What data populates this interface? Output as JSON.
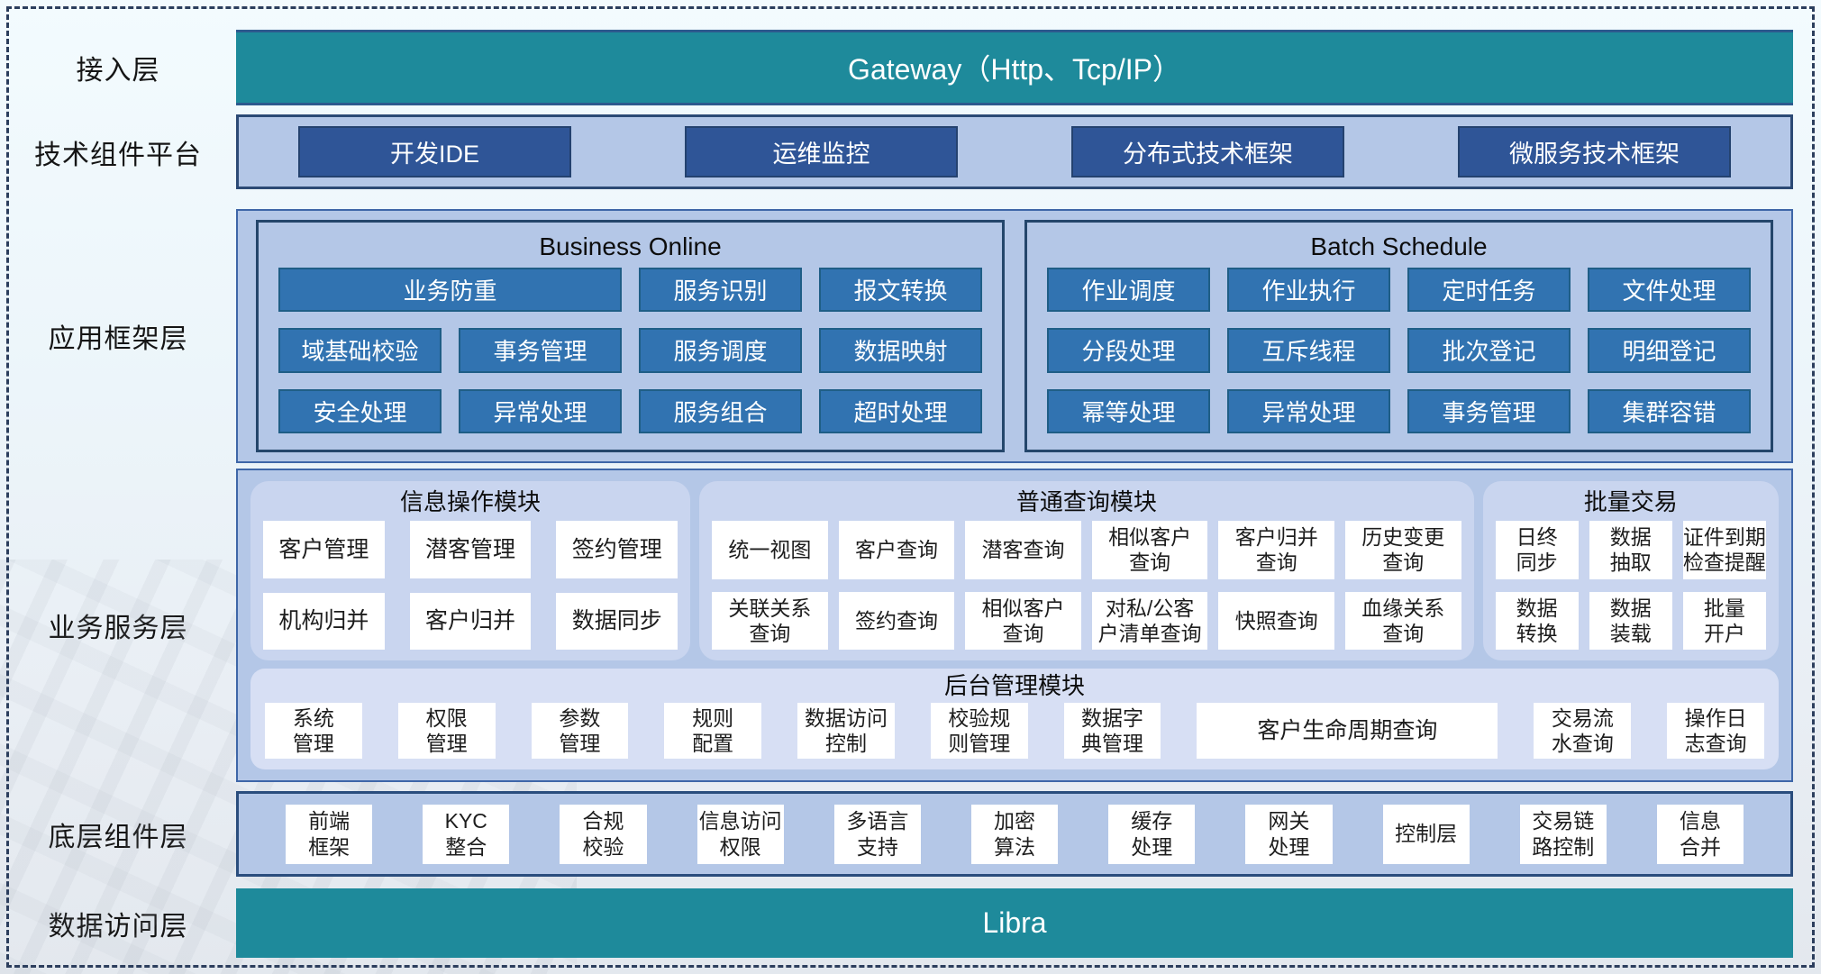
{
  "colors": {
    "teal_bar": "#1e8a9b",
    "dark_blue_button": "#2f5597",
    "panel_light_blue": "#b4c7e7",
    "framework_button": "#3173b1",
    "framework_button_border": "#1f5e86",
    "module_panel": "#c9d5ef",
    "admin_panel": "#d7dff4",
    "outer_panel_border": "#3e66a8",
    "group_box_border": "#24466b",
    "page_dashed_border": "#2c3e5d"
  },
  "access": {
    "label": "接入层",
    "gateway": "Gateway（Http、Tcp/IP）"
  },
  "tech": {
    "label": "技术组件平台",
    "items": [
      "开发IDE",
      "运维监控",
      "分布式技术框架",
      "微服务技术框架"
    ]
  },
  "app": {
    "label": "应用框架层",
    "groups": [
      {
        "title": "Business Online",
        "buttons": [
          {
            "label": "业务防重",
            "cls": "span2"
          },
          {
            "label": "服务识别"
          },
          {
            "label": "报文转换"
          },
          {
            "label": "域基础校验"
          },
          {
            "label": "事务管理"
          },
          {
            "label": "服务调度"
          },
          {
            "label": "数据映射"
          },
          {
            "label": "安全处理"
          },
          {
            "label": "异常处理"
          },
          {
            "label": "服务组合"
          },
          {
            "label": "超时处理"
          }
        ]
      },
      {
        "title": "Batch Schedule",
        "buttons": [
          {
            "label": "作业调度"
          },
          {
            "label": "作业执行"
          },
          {
            "label": "定时任务"
          },
          {
            "label": "文件处理"
          },
          {
            "label": "分段处理"
          },
          {
            "label": "互斥线程"
          },
          {
            "label": "批次登记"
          },
          {
            "label": "明细登记"
          },
          {
            "label": "幂等处理"
          },
          {
            "label": "异常处理"
          },
          {
            "label": "事务管理"
          },
          {
            "label": "集群容错"
          }
        ]
      }
    ]
  },
  "svc": {
    "label": "业务服务层",
    "modules": [
      {
        "title": "信息操作模块",
        "cls": "mod-info",
        "cells": [
          {
            "label": "客户管理"
          },
          {
            "label": "潜客管理"
          },
          {
            "label": "签约管理"
          },
          {
            "label": "机构归并"
          },
          {
            "label": "客户归并"
          },
          {
            "label": "数据同步"
          }
        ]
      },
      {
        "title": "普通查询模块",
        "cls": "mod-query",
        "cells": [
          {
            "label": "统一视图"
          },
          {
            "label": "客户查询"
          },
          {
            "label": "潜客查询"
          },
          {
            "label": "相似客户\n查询"
          },
          {
            "label": "客户归并\n查询"
          },
          {
            "label": "历史变更\n查询"
          },
          {
            "label": "关联关系\n查询"
          },
          {
            "label": "签约查询"
          },
          {
            "label": "相似客户\n查询"
          },
          {
            "label": "对私/公客\n户清单查询"
          },
          {
            "label": "快照查询"
          },
          {
            "label": "血缘关系\n查询"
          }
        ]
      },
      {
        "title": "批量交易",
        "cls": "mod-batch",
        "cells": [
          {
            "label": "日终\n同步"
          },
          {
            "label": "数据\n抽取"
          },
          {
            "label": "证件到期\n检查提醒"
          },
          {
            "label": "数据\n转换"
          },
          {
            "label": "数据\n装载"
          },
          {
            "label": "批量\n开户"
          }
        ]
      }
    ],
    "admin": {
      "title": "后台管理模块",
      "cells": [
        {
          "label": "系统\n管理"
        },
        {
          "label": "权限\n管理"
        },
        {
          "label": "参数\n管理"
        },
        {
          "label": "规则\n配置"
        },
        {
          "label": "数据访问\n控制"
        },
        {
          "label": "校验规\n则管理"
        },
        {
          "label": "数据字\n典管理"
        },
        {
          "label": "客户生命周期查询",
          "cls": "wide"
        },
        {
          "label": "交易流\n水查询"
        },
        {
          "label": "操作日\n志查询"
        }
      ]
    }
  },
  "base": {
    "label": "底层组件层",
    "cells": [
      {
        "label": "前端\n框架"
      },
      {
        "label": "KYC\n整合"
      },
      {
        "label": "合规\n校验"
      },
      {
        "label": "信息访问\n权限"
      },
      {
        "label": "多语言\n支持"
      },
      {
        "label": "加密\n算法"
      },
      {
        "label": "缓存\n处理"
      },
      {
        "label": "网关\n处理"
      },
      {
        "label": "控制层"
      },
      {
        "label": "交易链\n路控制"
      },
      {
        "label": "信息\n合并"
      }
    ]
  },
  "dal": {
    "label": "数据访问层",
    "bar": "Libra"
  }
}
